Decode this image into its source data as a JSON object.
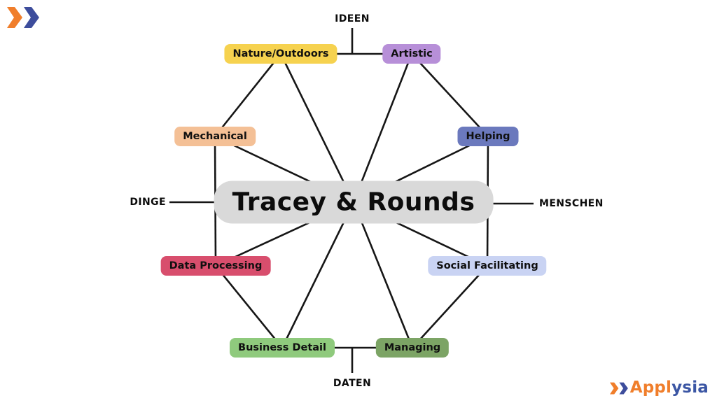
{
  "page": {
    "background": "#ffffff",
    "line_color": "#161616"
  },
  "center": {
    "title": "Tracey & Rounds",
    "bg": "#d9d9d9"
  },
  "axes": {
    "top": "IDEEN",
    "right": "MENSCHEN",
    "bottom": "DATEN",
    "left": "DINGE"
  },
  "nodes": [
    {
      "id": "nature-outdoors",
      "label": "Nature/Outdoors",
      "color": "#f6d24f"
    },
    {
      "id": "artistic",
      "label": "Artistic",
      "color": "#b78fd8"
    },
    {
      "id": "mechanical",
      "label": "Mechanical",
      "color": "#f4c096"
    },
    {
      "id": "helping",
      "label": "Helping",
      "color": "#6b79bd"
    },
    {
      "id": "data-processing",
      "label": "Data Processing",
      "color": "#d84e6d"
    },
    {
      "id": "social-facilitating",
      "label": "Social Facilitating",
      "color": "#c9d3f3"
    },
    {
      "id": "business-detail",
      "label": "Business Detail",
      "color": "#8fca7d"
    },
    {
      "id": "managing",
      "label": "Managing",
      "color": "#7ca465"
    }
  ],
  "brand": {
    "orange": "#f07e2b",
    "blue": "#3d4d9c",
    "wordmark_orange": "Appl",
    "wordmark_blue": "ysia",
    "wordmark_blue_color": "#3b56a4"
  }
}
